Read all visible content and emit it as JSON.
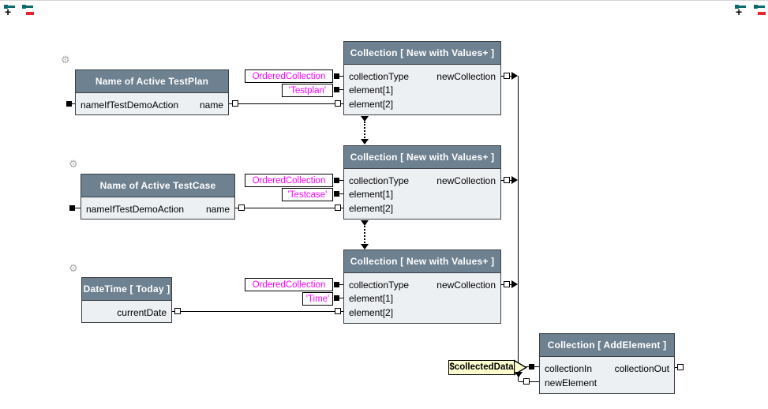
{
  "colors": {
    "node_header_bg": "#6e8191",
    "node_body_bg": "#edf0f3",
    "node_border": "#3a4046",
    "value_label_text": "#ff00ff",
    "buffer_flag_bg": "#ffffd2",
    "connector": "#000000",
    "tool_icon_teal": "#0b6a6e",
    "tool_icon_red": "#e8252b"
  },
  "corner_icons": {
    "plus": "+",
    "minus": ""
  },
  "gear_icon": "⚙",
  "nodes": {
    "testplan": {
      "title": "Name of Active TestPlan",
      "rows": [
        {
          "left": "nameIfTestDemoAction",
          "right": "name"
        }
      ]
    },
    "collection1": {
      "title": "Collection [ New with Values+ ]",
      "rows": [
        {
          "left": "collectionType",
          "right": "newCollection"
        },
        {
          "left": "element[1]",
          "right": ""
        },
        {
          "left": "element[2]",
          "right": ""
        }
      ]
    },
    "testcase": {
      "title": "Name of Active TestCase",
      "rows": [
        {
          "left": "nameIfTestDemoAction",
          "right": "name"
        }
      ]
    },
    "collection2": {
      "title": "Collection [ New with Values+ ]",
      "rows": [
        {
          "left": "collectionType",
          "right": "newCollection"
        },
        {
          "left": "element[1]",
          "right": ""
        },
        {
          "left": "element[2]",
          "right": ""
        }
      ]
    },
    "datetime": {
      "title": "DateTime [ Today ]",
      "rows": [
        {
          "left": "",
          "right": "currentDate"
        }
      ]
    },
    "collection3": {
      "title": "Collection [ New with Values+ ]",
      "rows": [
        {
          "left": "collectionType",
          "right": "newCollection"
        },
        {
          "left": "element[1]",
          "right": ""
        },
        {
          "left": "element[2]",
          "right": ""
        }
      ]
    },
    "addelement": {
      "title": "Collection [ AddElement ]",
      "rows": [
        {
          "left": "collectionIn",
          "right": "collectionOut"
        },
        {
          "left": "newElement",
          "right": ""
        }
      ]
    }
  },
  "value_labels": {
    "g1_type": "OrderedCollection",
    "g1_value": "'Testplan'",
    "g2_type": "OrderedCollection",
    "g2_value": "'Testcase'",
    "g3_type": "OrderedCollection",
    "g3_value": "'Time'"
  },
  "buffer_flag": {
    "text": "$collectedData"
  }
}
